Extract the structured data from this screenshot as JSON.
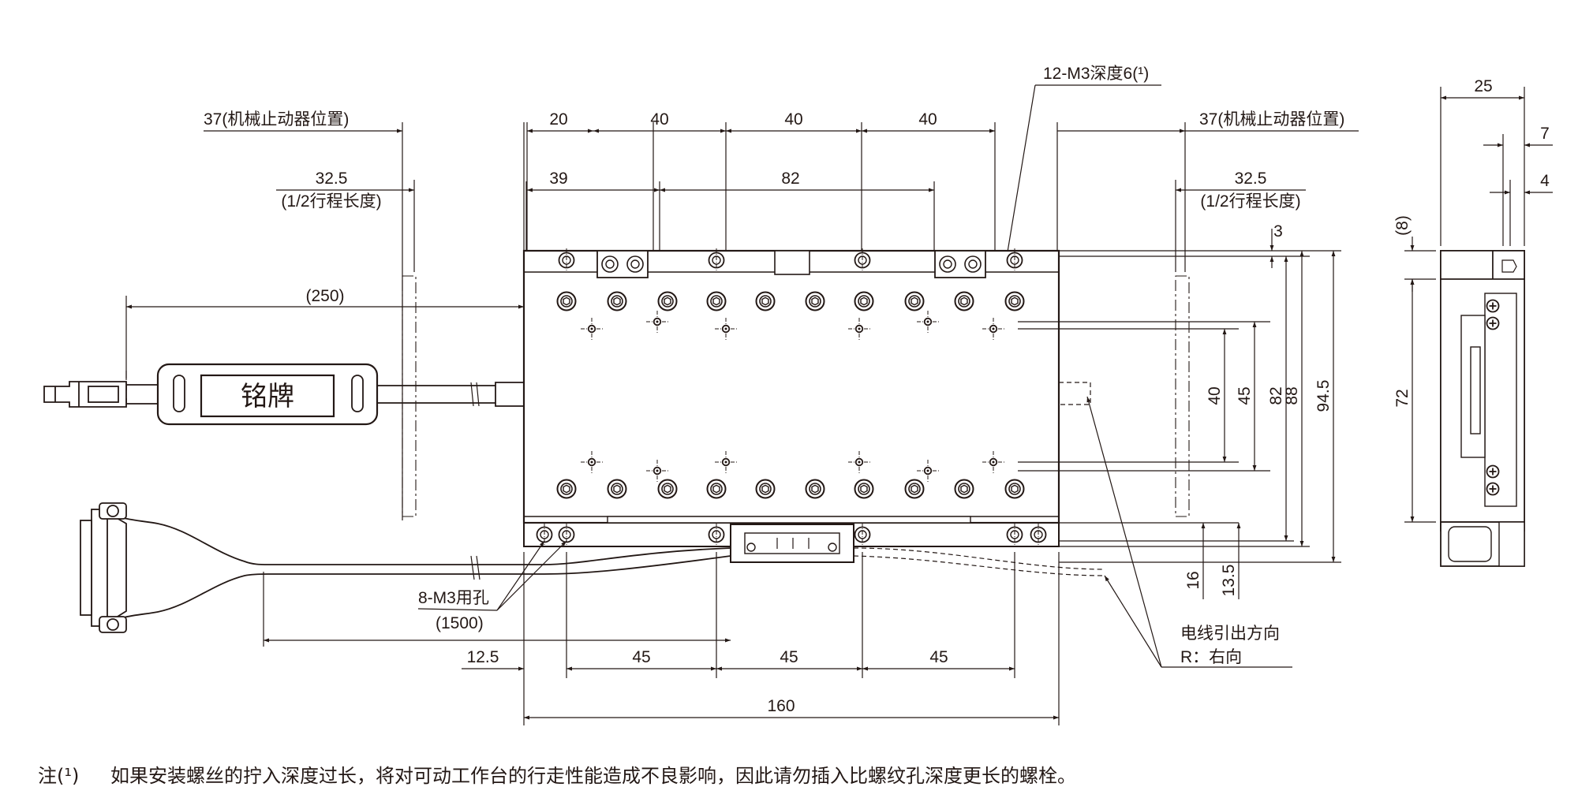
{
  "drawing": {
    "top_dimensions": {
      "row1": {
        "left_limit": "37(机械止动器位置)",
        "right_limit": "37(机械止动器位置)",
        "pitches": [
          "20",
          "40",
          "40",
          "40"
        ]
      },
      "row2": {
        "left_half_stroke": [
          "32.5",
          "(1/2行程长度)"
        ],
        "right_half_stroke": [
          "32.5",
          "(1/2行程长度)"
        ],
        "pitches": [
          "39",
          "82"
        ]
      }
    },
    "callout_threaded_holes": "12-M3深度6(¹)",
    "cable_length_motor": "(250)",
    "nameplate_label": "铭牌",
    "mounting_holes_label": "8-M3用孔",
    "cable_length_encoder": "(1500)",
    "bottom_dimensions": {
      "row1": [
        "12.5",
        "45",
        "45",
        "45"
      ],
      "overall_length": "160"
    },
    "right_dimensions": [
      "3",
      "40",
      "45",
      "82",
      "88",
      "94.5",
      "16",
      "13.5"
    ],
    "cable_exit": {
      "title": "电线引出方向",
      "value": "R：右向"
    },
    "side_view": {
      "top": [
        "25",
        "7",
        "4"
      ],
      "left": [
        "(8)",
        "72"
      ]
    }
  },
  "note": {
    "marker": "注(¹)",
    "text": "如果安装螺丝的拧入深度过长，将对可动工作台的行走性能造成不良影响，因此请勿插入比螺纹孔深度更长的螺栓。"
  }
}
